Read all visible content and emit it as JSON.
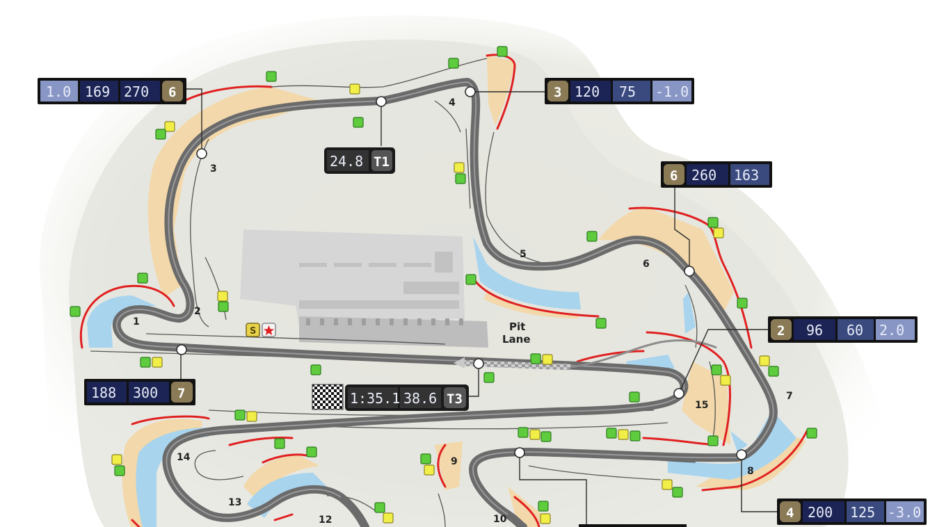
{
  "colors": {
    "asphalt": "#6b6b6b",
    "runoff_sand": "#f2d8aa",
    "runoff_water": "#a8d4ee",
    "kerb": "#e02020",
    "marker_green": "#5fcc3e",
    "marker_yellow": "#f2ee48",
    "lcd_dark": "#1b2454",
    "lcd_mid": "#3a4a7e",
    "lcd_light": "#8896c6",
    "gear_bg": "#8a7a56",
    "timer_bg": "#2a2a2a"
  },
  "map": {
    "pit_lane_label": "Pit\nLane",
    "pit_lane_line1": "Pit",
    "pit_lane_line2": "Lane",
    "start_marker_letter": "S",
    "start_marker_icon": "star-icon",
    "finish_icon": "chequered-flag-icon",
    "turns": [
      {
        "id": "t1",
        "label": "1"
      },
      {
        "id": "t2",
        "label": "2"
      },
      {
        "id": "t3",
        "label": "3"
      },
      {
        "id": "t4",
        "label": "4"
      },
      {
        "id": "t5",
        "label": "5"
      },
      {
        "id": "t6",
        "label": "6"
      },
      {
        "id": "t7",
        "label": "7"
      },
      {
        "id": "t8",
        "label": "8"
      },
      {
        "id": "t9",
        "label": "9"
      },
      {
        "id": "t10",
        "label": "10"
      },
      {
        "id": "t12",
        "label": "12"
      },
      {
        "id": "t13",
        "label": "13"
      },
      {
        "id": "t14",
        "label": "14"
      },
      {
        "id": "t15",
        "label": "15"
      }
    ],
    "callouts": {
      "turn3": {
        "entry": "1.0",
        "speed_in": "169",
        "speed_out": "270",
        "gear": "6"
      },
      "turn4": {
        "gear": "3",
        "speed_in": "120",
        "speed_out": "75",
        "g": "-1.0"
      },
      "sector1": {
        "time": "24.8",
        "tag": "T1"
      },
      "turn6": {
        "gear": "6",
        "speed_in": "260",
        "speed_out": "163"
      },
      "turn15": {
        "gear": "2",
        "speed_in": "96",
        "speed_out": "60",
        "g": "2.0"
      },
      "turn1": {
        "speed_in": "188",
        "speed_out": "300",
        "gear": "7"
      },
      "lap": {
        "lap_time": "1:35.1",
        "sector_time": "38.6",
        "tag": "T3"
      },
      "turn8": {
        "gear": "4",
        "speed_in": "200",
        "speed_out": "125",
        "g": "-3.0"
      }
    }
  }
}
